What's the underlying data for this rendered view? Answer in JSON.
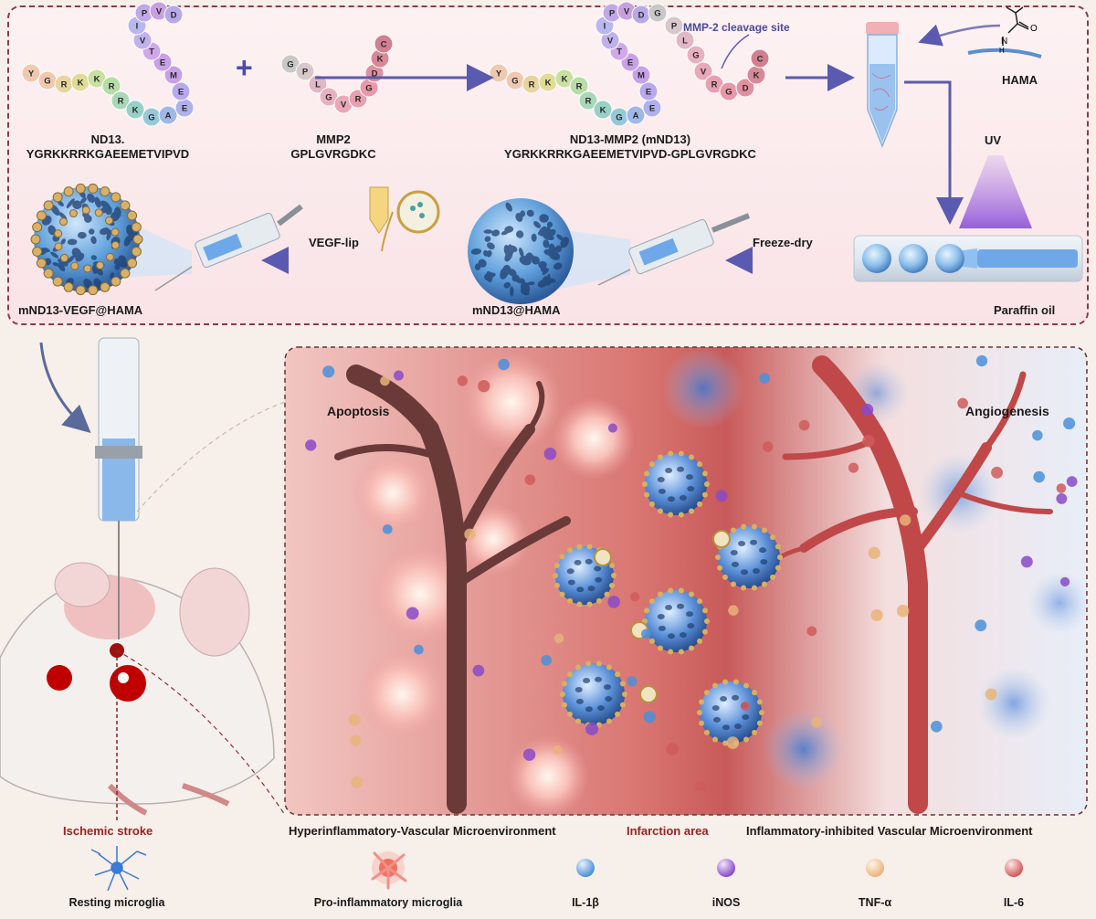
{
  "top_panel": {
    "nd13": {
      "name": "ND13.",
      "sequence": "YGRKKRRKGAEEMETVIPVD",
      "letters": [
        "Y",
        "G",
        "R",
        "K",
        "K",
        "R",
        "R",
        "K",
        "G",
        "A",
        "E",
        "E",
        "M",
        "E",
        "T",
        "V",
        "I",
        "P",
        "V",
        "D"
      ]
    },
    "plus_sign": "+",
    "mmp2": {
      "name": "MMP2",
      "sequence": "GPLGVRGDKC",
      "letters": [
        "G",
        "P",
        "L",
        "G",
        "V",
        "R",
        "G",
        "D",
        "K",
        "C"
      ]
    },
    "conjugate": {
      "name": "ND13-MMP2 (mND13)",
      "sequence": "YGRKKRRKGAEEMETVIPVD-GPLGVRGDKC"
    },
    "cleavage_site": "MMP-2 cleavage site",
    "hama": "HAMA",
    "hama_n": "N",
    "hama_h": "H",
    "hama_o": "O",
    "uv": "UV",
    "paraffin_oil": "Paraffin oil",
    "freeze_dry": "Freeze-dry",
    "mnd13_hama": "mND13@HAMA",
    "vegf_lip": "VEGF-lip",
    "final_product": "mND13-VEGF@HAMA"
  },
  "bottom_panel": {
    "apoptosis": "Apoptosis",
    "angiogenesis": "Angiogenesis",
    "ischemic_stroke": "Ischemic stroke",
    "hyper_env": "Hyperinflammatory-Vascular Microenvironment",
    "infarction": "Infarction area",
    "inhibited_env": "Inflammatory-inhibited Vascular Microenvironment"
  },
  "legend": [
    {
      "label": "Resting microglia",
      "icon": "resting-microglia-icon"
    },
    {
      "label": "Pro-inflammatory microglia",
      "icon": "pro-inflammatory-microglia-icon"
    },
    {
      "label": "IL-1β",
      "icon": "il1b-sphere-icon",
      "color": "#4a8fd8"
    },
    {
      "label": "iNOS",
      "icon": "inos-sphere-icon",
      "color": "#8a4ac8"
    },
    {
      "label": "TNF-α",
      "icon": "tnfa-sphere-icon",
      "color": "#e8b47a"
    },
    {
      "label": "IL-6",
      "icon": "il6-sphere-icon",
      "color": "#d05a5a"
    }
  ],
  "colors": {
    "accent_red": "#a02020",
    "panel_bg": "#fbeef0",
    "arrow": "#5a5ab0"
  }
}
